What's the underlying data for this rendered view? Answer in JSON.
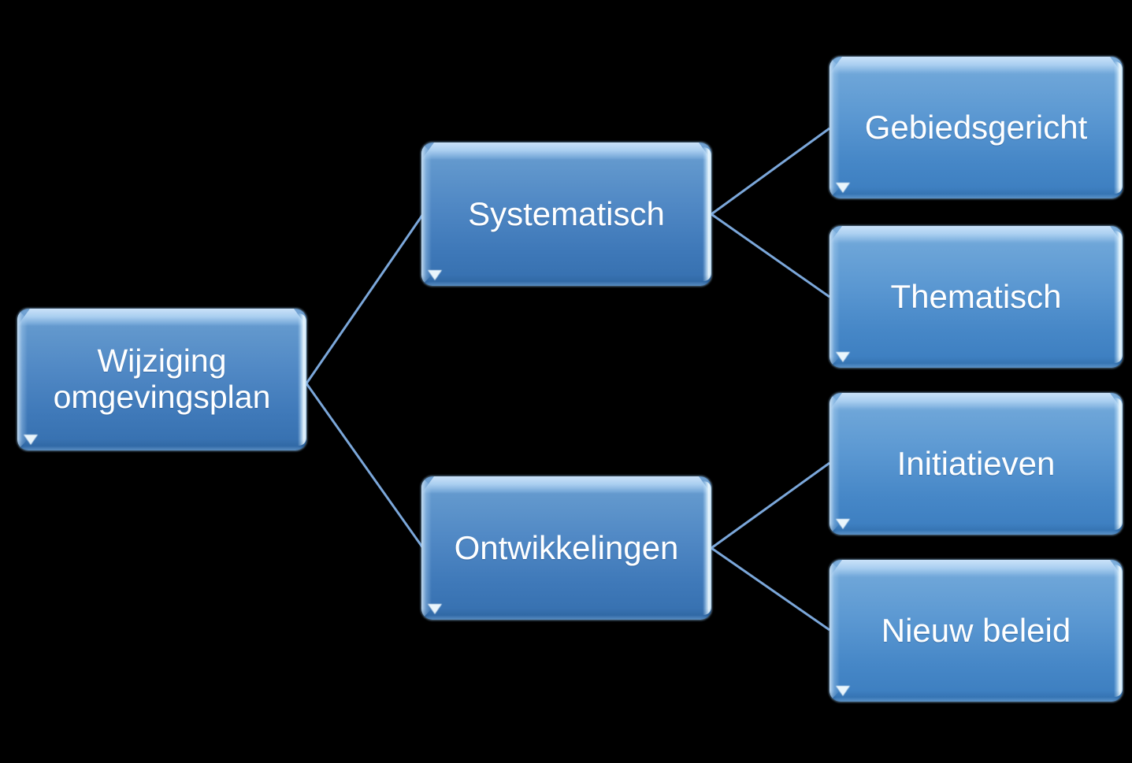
{
  "diagram": {
    "title": "Wijziging omgevingsplan hierarchy",
    "type": "hierarchy",
    "background_color": "#000000",
    "node_fill_top": "#7fb0de",
    "node_fill_bottom": "#3b7dbf",
    "node_text_color": "#ffffff",
    "connector_color": "#7ba7da",
    "connector_width": 3
  },
  "nodes": {
    "root": {
      "label": "Wijziging\nomgevingsplan",
      "level": 1
    },
    "branch_systematisch": {
      "label": "Systematisch",
      "level": 2
    },
    "branch_ontwikkelingen": {
      "label": "Ontwikkelingen",
      "level": 2
    },
    "leaf_gebiedsgericht": {
      "label": "Gebiedsgericht",
      "level": 3
    },
    "leaf_thematisch": {
      "label": "Thematisch",
      "level": 3
    },
    "leaf_initiatieven": {
      "label": "Initiatieven",
      "level": 3
    },
    "leaf_nieuw_beleid": {
      "label": "Nieuw beleid",
      "level": 3
    }
  },
  "edges": [
    {
      "from": "root",
      "to": "branch_systematisch"
    },
    {
      "from": "root",
      "to": "branch_ontwikkelingen"
    },
    {
      "from": "branch_systematisch",
      "to": "leaf_gebiedsgericht"
    },
    {
      "from": "branch_systematisch",
      "to": "leaf_thematisch"
    },
    {
      "from": "branch_ontwikkelingen",
      "to": "leaf_initiatieven"
    },
    {
      "from": "branch_ontwikkelingen",
      "to": "leaf_nieuw_beleid"
    }
  ]
}
